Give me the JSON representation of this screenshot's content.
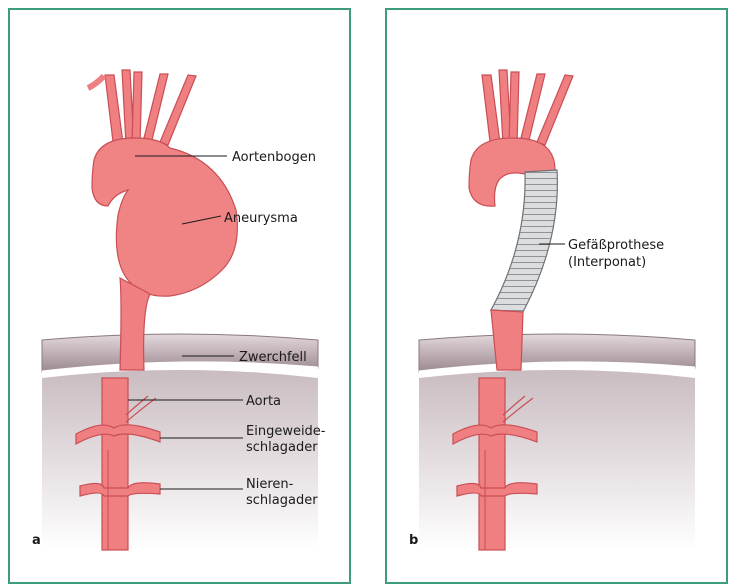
{
  "panel_a": {
    "letter": "a",
    "labels": {
      "aortenbogen": "Aortenbogen",
      "aneurysma": "Aneurysma",
      "zwerchfell": "Zwerchfell",
      "aorta": "Aorta",
      "eingeweide_1": "Eingeweide-",
      "eingeweide_2": "schlagader",
      "nieren_1": "Nieren-",
      "nieren_2": "schlagader"
    }
  },
  "panel_b": {
    "letter": "b",
    "labels": {
      "prothese_1": "Gefäßprothese",
      "prothese_2": "(Interponat)"
    }
  },
  "colors": {
    "border": "#3d9d7a",
    "vessel": "#ef7f80",
    "vessel_stroke": "#c94e55",
    "diaphragm": "#c8b9bf",
    "prosthesis": "#d9dadc"
  }
}
